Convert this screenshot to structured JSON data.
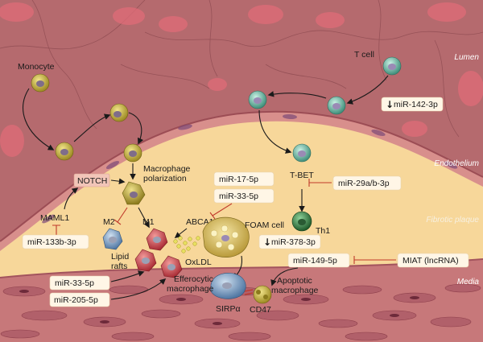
{
  "regions": {
    "lumen": "Lumen",
    "endothelium": "Endothelium",
    "fibrotic_plaque": "Fibrotic plaque",
    "media": "Media"
  },
  "cells": {
    "monocyte": "Monocyte",
    "t_cell": "T cell",
    "macrophage_polarization_1": "Macrophage",
    "macrophage_polarization_2": "polarization",
    "m2": "M2",
    "m1": "M1",
    "foam_cell": "FOAM cell",
    "th1": "Th1",
    "efferocytic_1": "Efferocytic",
    "efferocytic_2": "macrophage",
    "apoptotic_1": "Apoptotic",
    "apoptotic_2": "macrophage"
  },
  "molecules": {
    "notch": "NOTCH",
    "maml1": "MAML1",
    "tbet": "T-BET",
    "abca1": "ABCA1",
    "oxldl": "OxLDL",
    "lipid_rafts_1": "Lipid",
    "lipid_rafts_2": "rafts",
    "sirpa": "SIRPα",
    "cd47": "CD47",
    "miat": "MIAT (lncRNA)"
  },
  "mirnas": {
    "mir142": "miR-142-3p",
    "mir29": "miR-29a/b-3p",
    "mir17": "miR-17-5p",
    "mir33_top": "miR-33-5p",
    "mir133": "miR-133b-3p",
    "mir378": "miR-378-3p",
    "mir149": "miR-149-5p",
    "mir33_bottom": "miR-33-5p",
    "mir205": "miR-205-5p"
  },
  "colors": {
    "lumen_bg": "#b56a6e",
    "plaque": "#f7d79a",
    "media_bg": "#c7787a",
    "inhibition": "#c0392b",
    "monocyte": "#c9b23c",
    "t_cell": "#6fbfab",
    "m1": "#d0454a",
    "m2": "#7aa3c8",
    "th1": "#2f7a3d"
  }
}
